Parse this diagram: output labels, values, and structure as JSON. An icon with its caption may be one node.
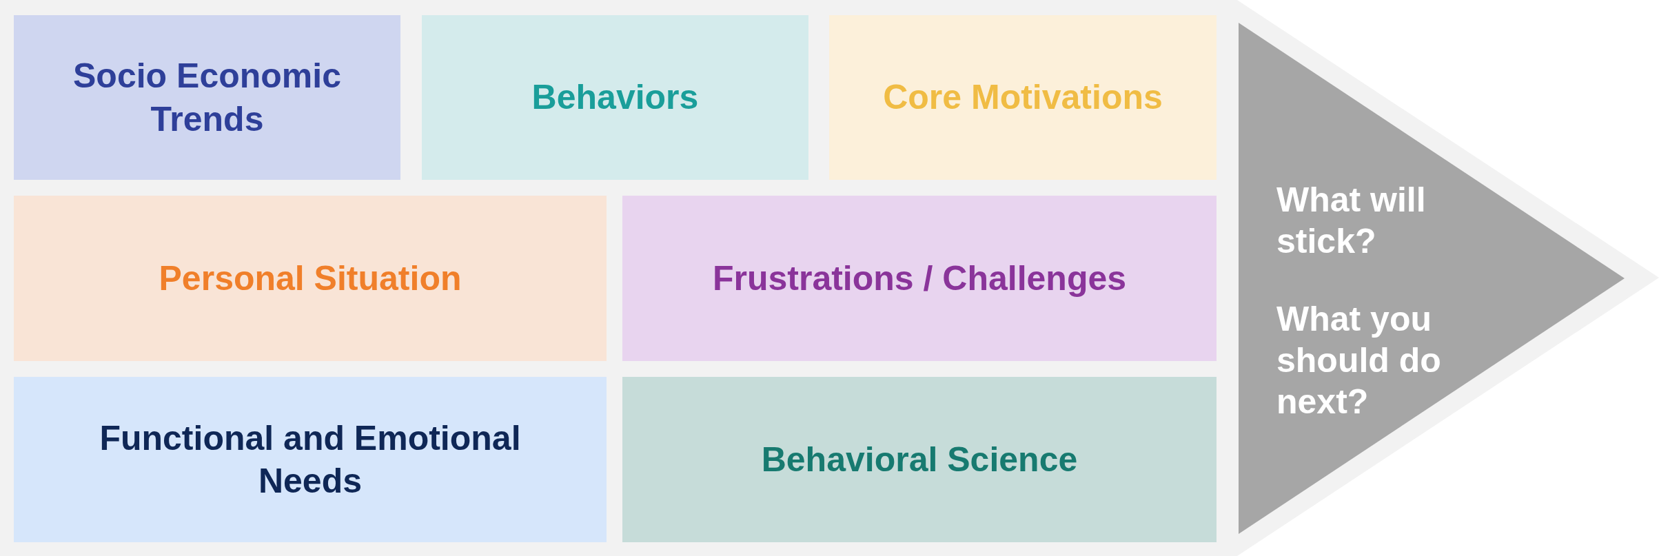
{
  "diagram": {
    "nodes": [
      {
        "text": [
          "Socio Economic Trends"
        ]
      },
      {
        "text": [
          "Behaviors"
        ]
      },
      {
        "text": [
          "Core Motivations"
        ]
      },
      {
        "text": [
          "Personal Situation"
        ]
      },
      {
        "text": [
          "Frustrations / Challenges"
        ]
      },
      {
        "text": [
          "Functional and Emotional Needs"
        ]
      },
      {
        "text": [
          "Behavioral Science"
        ]
      },
      {
        "text": [
          "What will stick?",
          "What you should do next?"
        ]
      }
    ]
  }
}
